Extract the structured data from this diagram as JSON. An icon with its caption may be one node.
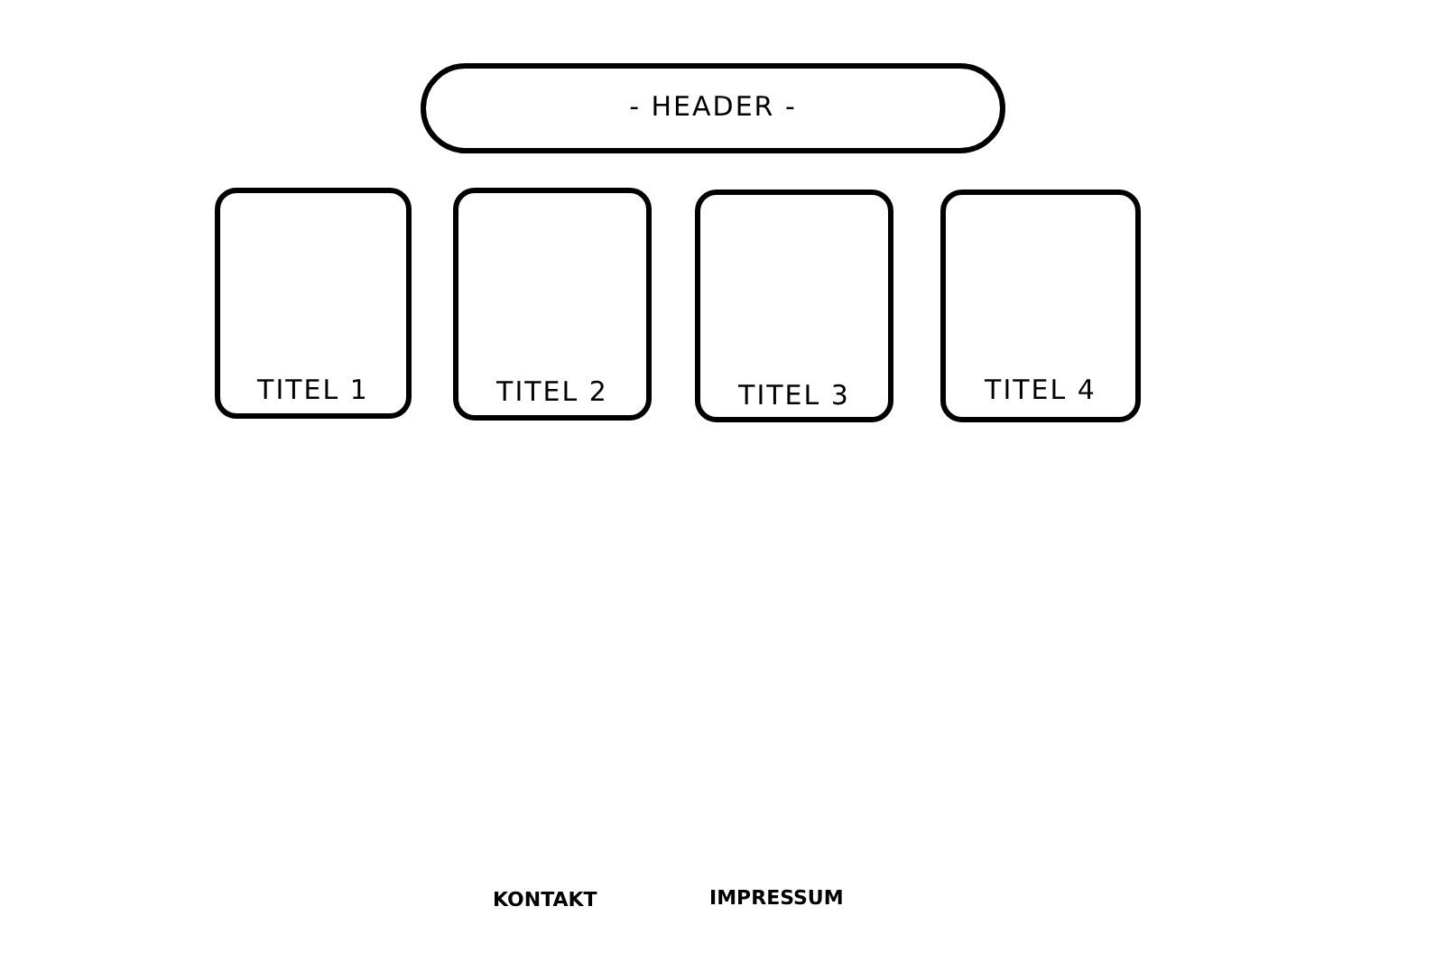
{
  "diagram": {
    "nodes": [
      {
        "text": [
          "- HEADER -"
        ]
      },
      {
        "text": [
          "TITEL 1"
        ]
      },
      {
        "text": [
          "TITEL 2"
        ]
      },
      {
        "text": [
          "TITEL 3"
        ]
      },
      {
        "text": [
          "TITEL 4"
        ]
      }
    ],
    "labels": [
      "KONTAKT",
      "IMPRESSUM"
    ]
  }
}
